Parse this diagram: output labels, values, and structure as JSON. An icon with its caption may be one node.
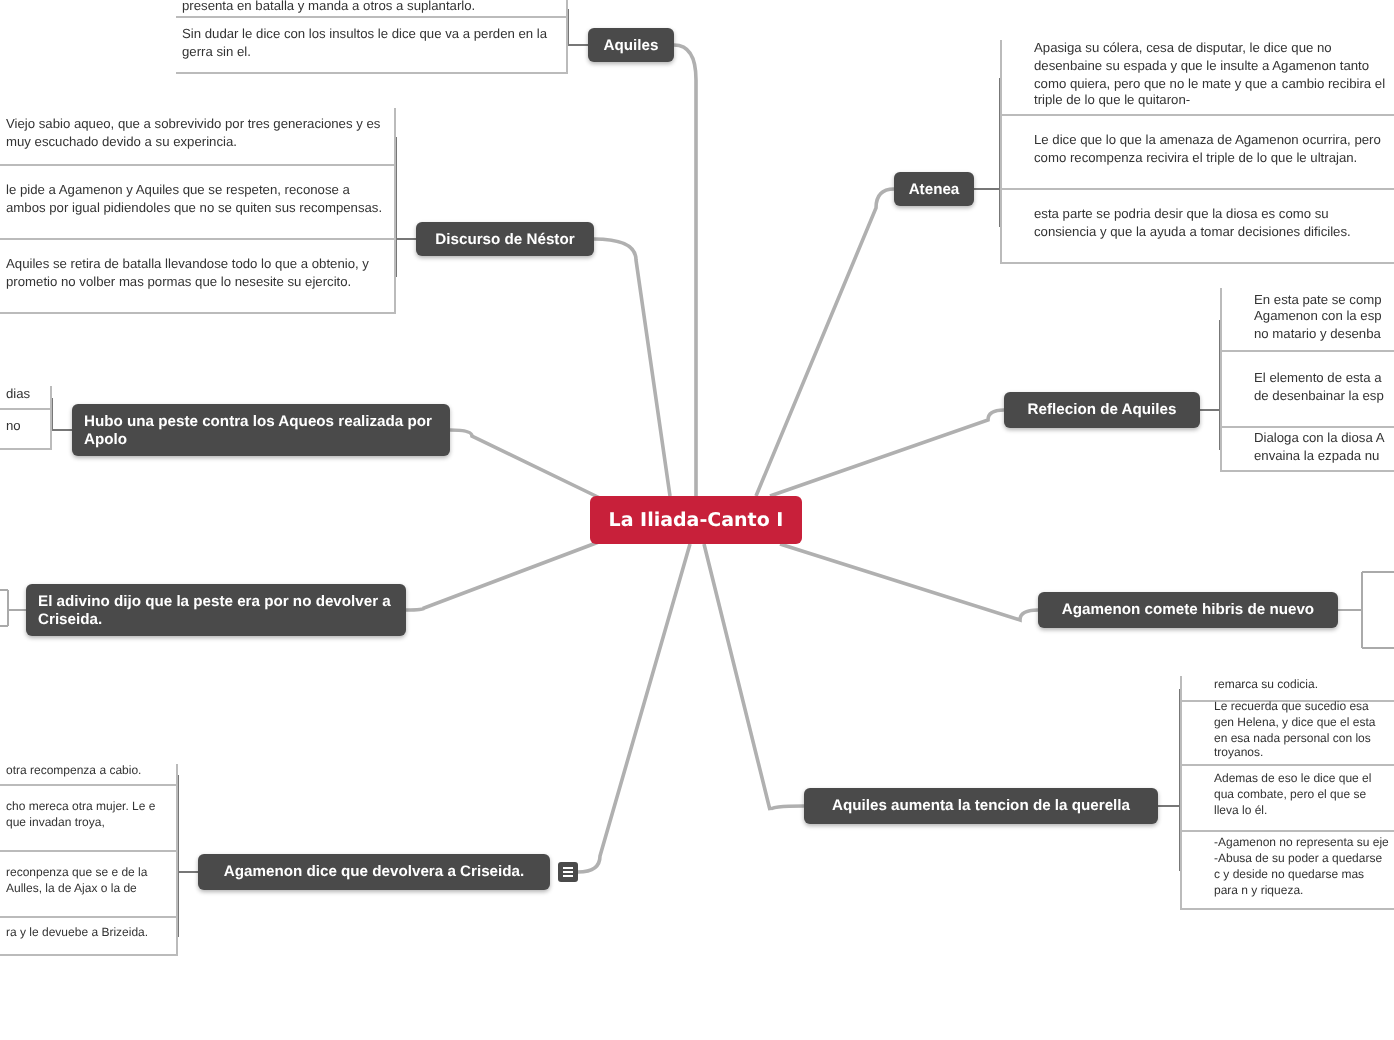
{
  "diagram": {
    "nodes": [
      {
        "text": [
          "La Iliada-Canto I"
        ]
      },
      {
        "text": [
          "Aquiles"
        ]
      },
      {
        "text": [
          "presenta en batalla y manda a otros a suplantarlo."
        ]
      },
      {
        "text": [
          "Sin dudar le dice con los insultos le dice que va a perden en la gerra sin el."
        ]
      },
      {
        "text": [
          "Atenea"
        ]
      },
      {
        "text": [
          "Apasiga su cólera, cesa de disputar, le dice que no desenbaine su espada y que le insulte a Agamenon tanto como quiera, pero que no le mate y que a cambio recibira el triple de lo que le quitaron-"
        ]
      },
      {
        "text": [
          "Le dice que lo que la amenaza de Agamenon ocurrira, pero como recompenza recivira el triple de lo que le ultrajan."
        ]
      },
      {
        "text": [
          "esta parte se podria desir que la diosa es como su consiencia y que la ayuda a tomar decisiones dificiles."
        ]
      },
      {
        "text": [
          "Discurso de Néstor"
        ]
      },
      {
        "text": [
          "Viejo sabio aqueo, que a sobrevivido por tres generaciones y es muy escuchado devido a su experincia."
        ]
      },
      {
        "text": [
          "le pide a Agamenon y Aquiles que se respeten, reconose a ambos por igual pidiendoles que no se quiten sus recompensas."
        ]
      },
      {
        "text": [
          "Aquiles se retira de batalla llevandose todo lo que a obtenio, y prometio no volber mas pormas que lo nesesite su ejercito."
        ]
      },
      {
        "text": [
          "Reflecion de Aquiles"
        ]
      },
      {
        "text": [
          "En esta pate se comp Agamenon con la esp no matario y desenba"
        ]
      },
      {
        "text": [
          "El elemento de esta a de desenbainar la esp"
        ]
      },
      {
        "text": [
          "Dialoga con la diosa A envaina la ezpada nu"
        ]
      },
      {
        "text": [
          "Hubo una peste contra los Aqueos realizada por Apolo"
        ]
      },
      {
        "text": [
          "dias"
        ]
      },
      {
        "text": [
          "no"
        ]
      },
      {
        "text": [
          "El adivino dijo que la peste era por no devolver a Criseida."
        ]
      },
      {
        "text": [
          "Agamenon comete hibris de nuevo"
        ]
      },
      {
        "text": [
          "Aquiles aumenta la tencion de la querella"
        ]
      },
      {
        "text": [
          "remarca su codicia."
        ]
      },
      {
        "text": [
          "Le recuerda que sucedio esa gen Helena, y dice que el esta en esa nada personal con los troyanos."
        ]
      },
      {
        "text": [
          "Ademas de eso le dice que el qua combate, pero el que se lleva lo él."
        ]
      },
      {
        "text": [
          "-Agamenon no representa su eje -Abusa de su poder a quedarse c y deside no quedarse mas para n y riqueza."
        ]
      },
      {
        "text": [
          "Agamenon dice que devolvera a Criseida."
        ]
      },
      {
        "text": [
          "otra recompenza a cabio."
        ]
      },
      {
        "text": [
          "cho mereca otra mujer. Le e que invadan troya,"
        ]
      },
      {
        "text": [
          "reconpenza que se e de la Aulles, la de Ajax o la de"
        ]
      },
      {
        "text": [
          "ra y le devuebe a Brizeida."
        ]
      }
    ],
    "edges": [
      {
        "from": 0,
        "to": 1,
        "arrow": "none"
      },
      {
        "from": 1,
        "to": 2,
        "arrow": "none"
      },
      {
        "from": 1,
        "to": 3,
        "arrow": "none"
      },
      {
        "from": 0,
        "to": 4,
        "arrow": "none"
      },
      {
        "from": 4,
        "to": 5,
        "arrow": "none"
      },
      {
        "from": 4,
        "to": 6,
        "arrow": "none"
      },
      {
        "from": 4,
        "to": 7,
        "arrow": "none"
      },
      {
        "from": 0,
        "to": 8,
        "arrow": "none"
      },
      {
        "from": 8,
        "to": 9,
        "arrow": "none"
      },
      {
        "from": 8,
        "to": 10,
        "arrow": "none"
      },
      {
        "from": 8,
        "to": 11,
        "arrow": "none"
      },
      {
        "from": 0,
        "to": 12,
        "arrow": "none"
      },
      {
        "from": 12,
        "to": 13,
        "arrow": "none"
      },
      {
        "from": 12,
        "to": 14,
        "arrow": "none"
      },
      {
        "from": 12,
        "to": 15,
        "arrow": "none"
      },
      {
        "from": 0,
        "to": 16,
        "arrow": "none"
      },
      {
        "from": 16,
        "to": 17,
        "arrow": "none"
      },
      {
        "from": 16,
        "to": 18,
        "arrow": "none"
      },
      {
        "from": 0,
        "to": 19,
        "arrow": "none"
      },
      {
        "from": 0,
        "to": 20,
        "arrow": "none"
      },
      {
        "from": 0,
        "to": 21,
        "arrow": "none"
      },
      {
        "from": 21,
        "to": 22,
        "arrow": "none"
      },
      {
        "from": 21,
        "to": 23,
        "arrow": "none"
      },
      {
        "from": 21,
        "to": 24,
        "arrow": "none"
      },
      {
        "from": 21,
        "to": 25,
        "arrow": "none"
      },
      {
        "from": 0,
        "to": 26,
        "arrow": "none"
      },
      {
        "from": 26,
        "to": 27,
        "arrow": "none"
      },
      {
        "from": 26,
        "to": 28,
        "arrow": "none"
      },
      {
        "from": 26,
        "to": 29,
        "arrow": "none"
      },
      {
        "from": 26,
        "to": 30,
        "arrow": "none"
      }
    ]
  }
}
